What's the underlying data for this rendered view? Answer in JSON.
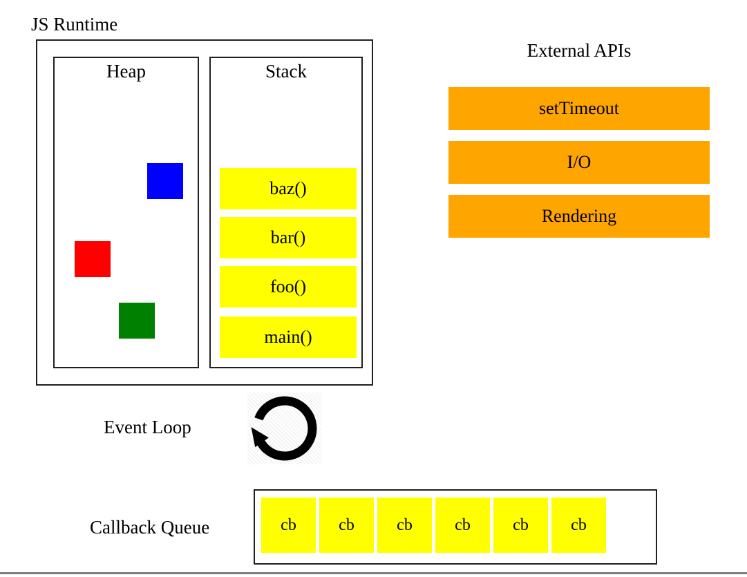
{
  "runtime": {
    "title": "JS Runtime",
    "heap": {
      "label": "Heap",
      "objects": [
        {
          "name": "blue-object",
          "color": "#0000ff"
        },
        {
          "name": "red-object",
          "color": "#ff0000"
        },
        {
          "name": "green-object",
          "color": "#008000"
        }
      ]
    },
    "stack": {
      "label": "Stack",
      "frames": [
        "baz()",
        "bar()",
        "foo()",
        "main()"
      ]
    }
  },
  "external_apis": {
    "title": "External APIs",
    "items": [
      "setTimeout",
      "I/O",
      "Rendering"
    ]
  },
  "event_loop": {
    "label": "Event Loop",
    "icon": "clockwise-circular-arrow-icon"
  },
  "callback_queue": {
    "label": "Callback Queue",
    "items": [
      "cb",
      "cb",
      "cb",
      "cb",
      "cb",
      "cb"
    ]
  },
  "colors": {
    "frame_fill": "#ffff00",
    "api_fill": "#ffa500",
    "queue_cell_fill": "#ffff00",
    "border": "#1f1f1f",
    "icon_stroke": "#000000",
    "bottom_rule": "#7f7f7f"
  }
}
